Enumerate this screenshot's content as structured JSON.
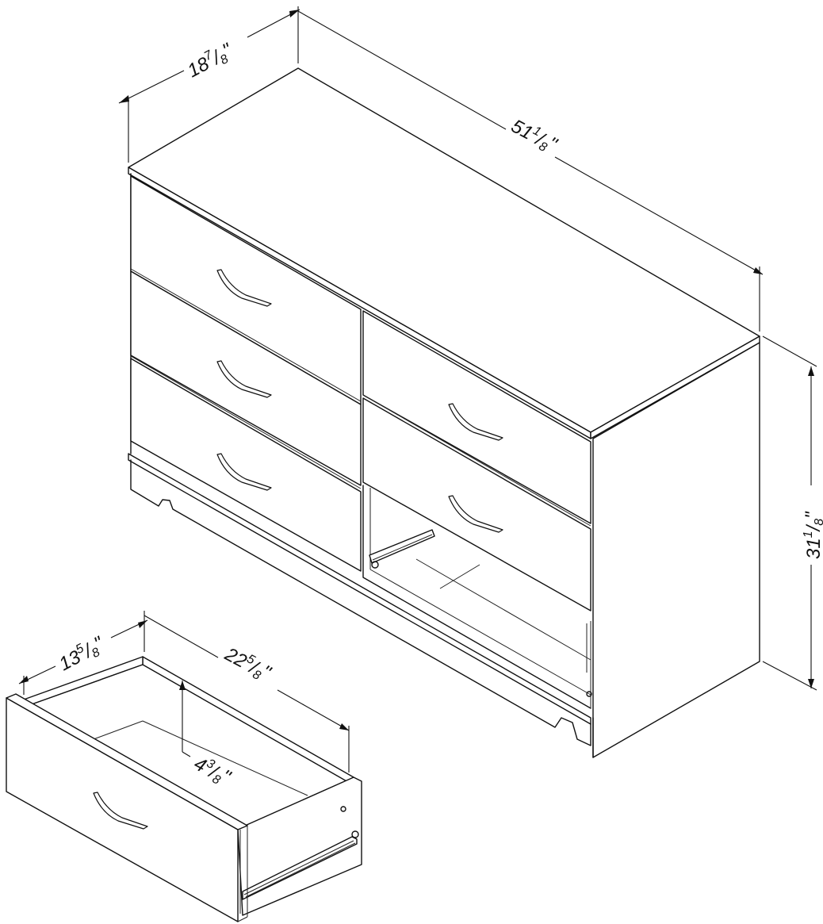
{
  "diagram": {
    "title": "Dresser dimension diagram",
    "subject": "6-drawer double dresser with one drawer removed",
    "line_color": "#111111",
    "background": "#ffffff"
  },
  "dimensions": {
    "dresser_depth": {
      "whole": "18",
      "num": "7",
      "den": "8",
      "unit": "\"",
      "label": "18 7/8\""
    },
    "dresser_width": {
      "whole": "51",
      "num": "1",
      "den": "8",
      "unit": "\"",
      "label": "51 1/8\""
    },
    "dresser_height": {
      "whole": "31",
      "num": "1",
      "den": "8",
      "unit": "\"",
      "label": "31 1/8\""
    },
    "drawer_width": {
      "whole": "13",
      "num": "5",
      "den": "8",
      "unit": "\"",
      "label": "13 5/8\""
    },
    "drawer_depth": {
      "whole": "22",
      "num": "5",
      "den": "8",
      "unit": "\"",
      "label": "22 5/8\""
    },
    "drawer_height": {
      "whole": "4",
      "num": "3",
      "den": "8",
      "unit": "\"",
      "label": "4 3/8\""
    }
  },
  "components": [
    {
      "name": "dresser-top"
    },
    {
      "name": "left-drawer-1"
    },
    {
      "name": "left-drawer-2"
    },
    {
      "name": "left-drawer-3"
    },
    {
      "name": "right-drawer-1"
    },
    {
      "name": "right-drawer-2"
    },
    {
      "name": "right-drawer-3-removed"
    },
    {
      "name": "removed-drawer"
    },
    {
      "name": "drawer-slide-rail"
    }
  ]
}
